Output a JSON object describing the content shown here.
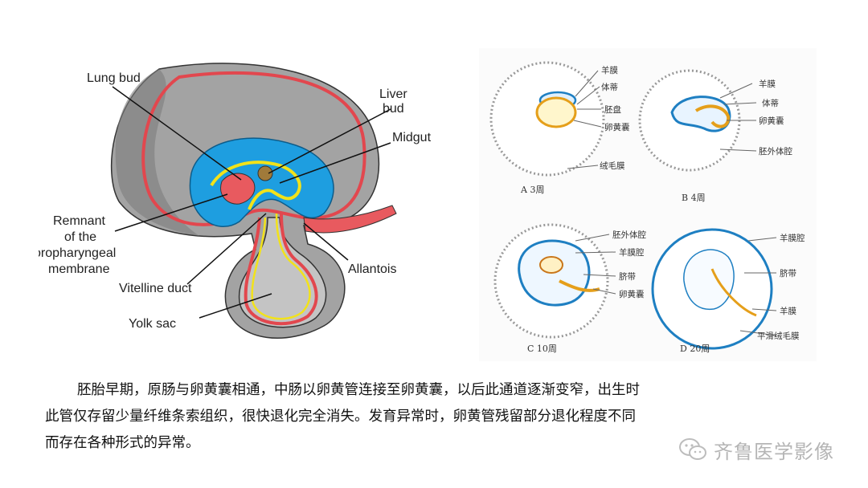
{
  "figure_left": {
    "labels": {
      "lung_bud": "Lung bud",
      "liver_bud_1": "Liver",
      "liver_bud_2": "bud",
      "midgut": "Midgut",
      "remnant_1": "Remnant",
      "remnant_2": "of the",
      "remnant_3": "oropharyngeal",
      "remnant_4": "membrane",
      "allantois": "Allantois",
      "vitelline_duct": "Vitelline duct",
      "yolk_sac": "Yolk sac"
    }
  },
  "figure_right": {
    "panel_a": {
      "caption": "A 3周",
      "labels": [
        "羊膜",
        "体蒂",
        "胚盘",
        "卵黄囊",
        "绒毛膜"
      ]
    },
    "panel_b": {
      "caption": "B 4周",
      "labels": [
        "羊膜",
        "体蒂",
        "卵黄囊",
        "胚外体腔"
      ]
    },
    "panel_c": {
      "caption": "C 10周",
      "labels": [
        "胚外体腔",
        "羊膜腔",
        "脐带",
        "卵黄囊"
      ]
    },
    "panel_d": {
      "caption": "D 20周",
      "labels": [
        "羊膜腔",
        "脐带",
        "羊膜",
        "平滑绒毛膜"
      ]
    }
  },
  "caption": {
    "line1": "胚胎早期，原肠与卵黄囊相通，中肠以卵黄管连接至卵黄囊，以后此通道逐渐变窄，出生时",
    "line2": "此管仅存留少量纤维条索组织，很快退化完全消失。发育异常时，卵黄管残留部分退化程度不同",
    "line3": "而存在各种形式的异常。"
  },
  "watermark": {
    "text": "齐鲁医学影像",
    "icon": "wechat-icon"
  },
  "colors": {
    "amnion_red": "#e2474e",
    "cavity_blue": "#1e9ee0",
    "gut_yellow": "#f2e21a",
    "embryo_gray": "#9a9a9a"
  }
}
